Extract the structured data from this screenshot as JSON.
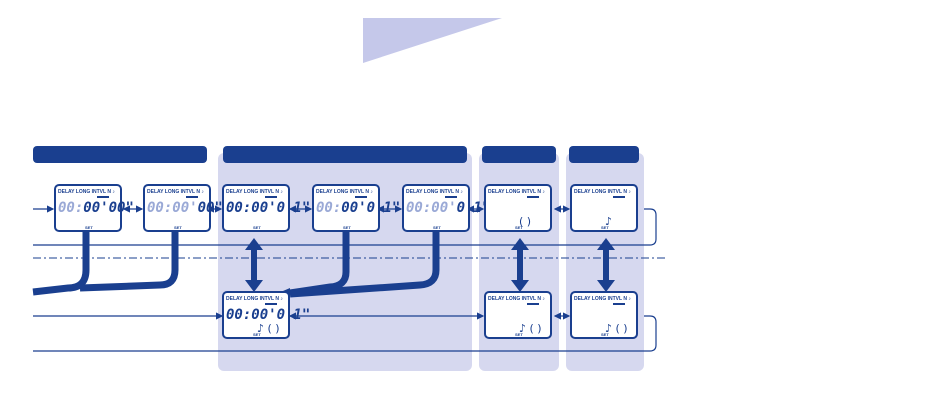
{
  "colors": {
    "primary": "#1a3f8f",
    "panel": "#d6d8ef",
    "pointer": "#c5c8ea",
    "lcd_border": "#1a3f8f"
  },
  "lcd_labels": {
    "delay": "DELAY",
    "long": "LONG",
    "intvl": "INTVL",
    "n": "N",
    "note": "♪",
    "set": "SET"
  },
  "screens": [
    {
      "id": "a1",
      "digits_dim": "00:",
      "digits_bold": "00'00\""
    },
    {
      "id": "a2",
      "digits_dim": "00:00'",
      "digits_bold": "00\""
    },
    {
      "id": "b1",
      "digits_dim": "",
      "digits_bold": "00:00'0 1\""
    },
    {
      "id": "b2",
      "digits_dim": "00:",
      "digits_bold": "00'0 1\""
    },
    {
      "id": "b3",
      "digits_dim": "00:00'",
      "digits_bold": "0 1\""
    },
    {
      "id": "b4",
      "digits_dim": "",
      "digits_bold": "00:00'0 1\"",
      "extra": "♪ (   )"
    },
    {
      "id": "c1",
      "digits_dim": "",
      "digits_bold": "",
      "extra": "(   )"
    },
    {
      "id": "c2",
      "digits_dim": "",
      "digits_bold": "",
      "extra": "♪ (   )"
    },
    {
      "id": "d1",
      "digits_dim": "",
      "digits_bold": "",
      "extra": "♪"
    },
    {
      "id": "d2",
      "digits_dim": "",
      "digits_bold": "",
      "extra": "♪ (   )"
    }
  ]
}
